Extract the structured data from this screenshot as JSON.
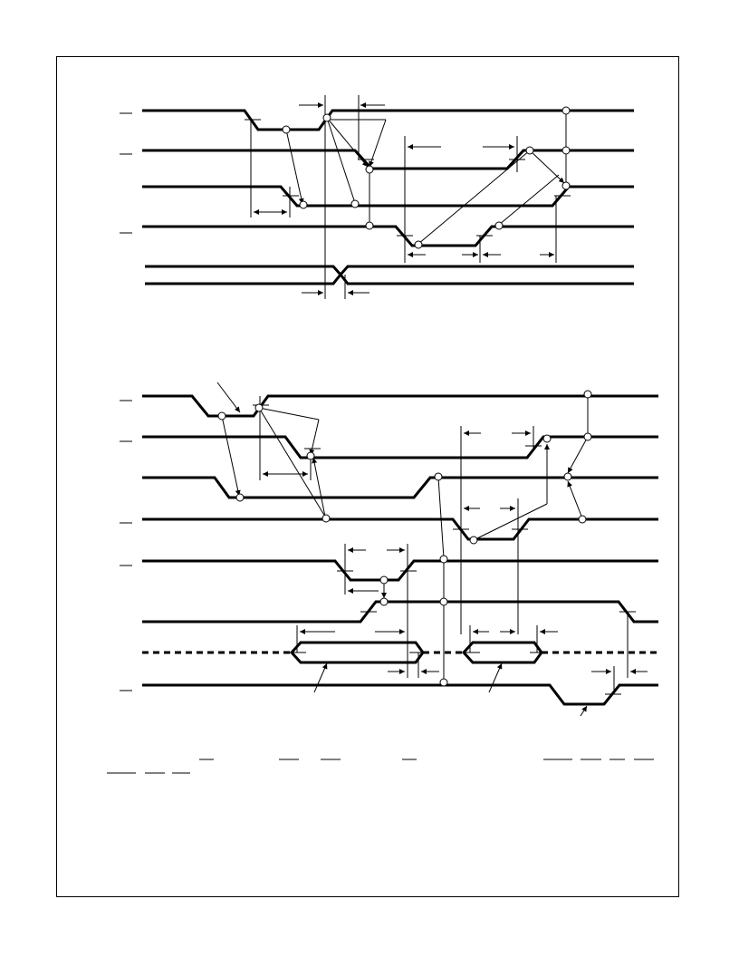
{
  "page": {
    "background": "#ffffff",
    "ink_color": "#000000"
  },
  "diagrams": [
    {
      "id": "timing-diagram-upper",
      "signal_count": 6,
      "labels": []
    },
    {
      "id": "timing-diagram-lower",
      "signal_count": 8,
      "labels": []
    }
  ],
  "footnote": {
    "text": ""
  }
}
